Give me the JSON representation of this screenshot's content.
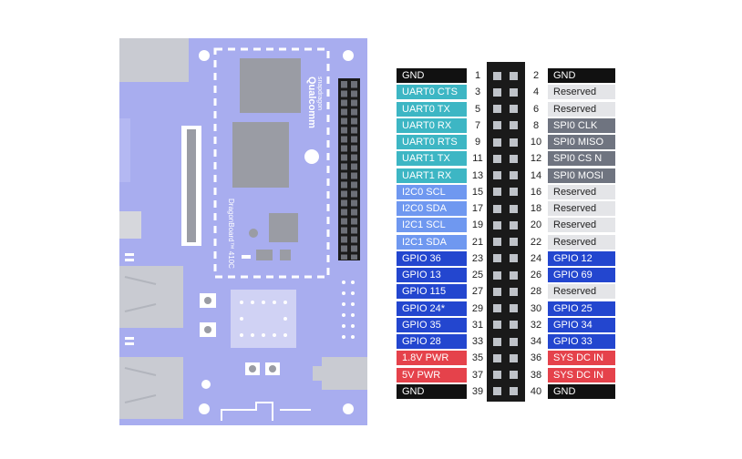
{
  "board": {
    "brand": "Qualcomm",
    "sub_brand": "snapdragon",
    "model_label": "DragonBoard™ 410C"
  },
  "colors": {
    "gnd": "#111111",
    "uart": "#3db6c4",
    "i2c": "#6f98f0",
    "gpio": "#2346cf",
    "spi": "#6f7480",
    "reserved": "#e4e5e8",
    "power": "#e5424b",
    "board": "#a8adef",
    "header": "#1a1a1a",
    "pin": "#bfc3c9"
  },
  "pins": [
    {
      "left": {
        "num": "1",
        "label": "GND",
        "type": "gnd"
      },
      "right": {
        "num": "2",
        "label": "GND",
        "type": "gnd"
      }
    },
    {
      "left": {
        "num": "3",
        "label": "UART0 CTS",
        "type": "uart"
      },
      "right": {
        "num": "4",
        "label": "Reserved",
        "type": "reserved"
      }
    },
    {
      "left": {
        "num": "5",
        "label": "UART0 TX",
        "type": "uart"
      },
      "right": {
        "num": "6",
        "label": "Reserved",
        "type": "reserved"
      }
    },
    {
      "left": {
        "num": "7",
        "label": "UART0 RX",
        "type": "uart"
      },
      "right": {
        "num": "8",
        "label": "SPI0 CLK",
        "type": "spi"
      }
    },
    {
      "left": {
        "num": "9",
        "label": "UART0 RTS",
        "type": "uart"
      },
      "right": {
        "num": "10",
        "label": "SPI0 MISO",
        "type": "spi"
      }
    },
    {
      "left": {
        "num": "11",
        "label": "UART1 TX",
        "type": "uart"
      },
      "right": {
        "num": "12",
        "label": "SPI0 CS N",
        "type": "spi"
      }
    },
    {
      "left": {
        "num": "13",
        "label": "UART1 RX",
        "type": "uart"
      },
      "right": {
        "num": "14",
        "label": "SPI0 MOSI",
        "type": "spi"
      }
    },
    {
      "left": {
        "num": "15",
        "label": "I2C0 SCL",
        "type": "i2c"
      },
      "right": {
        "num": "16",
        "label": "Reserved",
        "type": "reserved"
      }
    },
    {
      "left": {
        "num": "17",
        "label": "I2C0 SDA",
        "type": "i2c"
      },
      "right": {
        "num": "18",
        "label": "Reserved",
        "type": "reserved"
      }
    },
    {
      "left": {
        "num": "19",
        "label": "I2C1 SCL",
        "type": "i2c"
      },
      "right": {
        "num": "20",
        "label": "Reserved",
        "type": "reserved"
      }
    },
    {
      "left": {
        "num": "21",
        "label": "I2C1 SDA",
        "type": "i2c"
      },
      "right": {
        "num": "22",
        "label": "Reserved",
        "type": "reserved"
      }
    },
    {
      "left": {
        "num": "23",
        "label": "GPIO 36",
        "type": "gpio"
      },
      "right": {
        "num": "24",
        "label": "GPIO 12",
        "type": "gpio"
      }
    },
    {
      "left": {
        "num": "25",
        "label": "GPIO 13",
        "type": "gpio"
      },
      "right": {
        "num": "26",
        "label": "GPIO 69",
        "type": "gpio"
      }
    },
    {
      "left": {
        "num": "27",
        "label": "GPIO 115",
        "type": "gpio"
      },
      "right": {
        "num": "28",
        "label": "Reserved",
        "type": "reserved"
      }
    },
    {
      "left": {
        "num": "29",
        "label": "GPIO 24*",
        "type": "gpio"
      },
      "right": {
        "num": "30",
        "label": "GPIO 25",
        "type": "gpio"
      }
    },
    {
      "left": {
        "num": "31",
        "label": "GPIO 35",
        "type": "gpio"
      },
      "right": {
        "num": "32",
        "label": "GPIO 34",
        "type": "gpio"
      }
    },
    {
      "left": {
        "num": "33",
        "label": "GPIO 28",
        "type": "gpio"
      },
      "right": {
        "num": "34",
        "label": "GPIO 33",
        "type": "gpio"
      }
    },
    {
      "left": {
        "num": "35",
        "label": "1.8V PWR",
        "type": "power"
      },
      "right": {
        "num": "36",
        "label": "SYS DC IN",
        "type": "power"
      }
    },
    {
      "left": {
        "num": "37",
        "label": "5V PWR",
        "type": "power"
      },
      "right": {
        "num": "38",
        "label": "SYS DC IN",
        "type": "power"
      }
    },
    {
      "left": {
        "num": "39",
        "label": "GND",
        "type": "gnd"
      },
      "right": {
        "num": "40",
        "label": "GND",
        "type": "gnd"
      }
    }
  ]
}
